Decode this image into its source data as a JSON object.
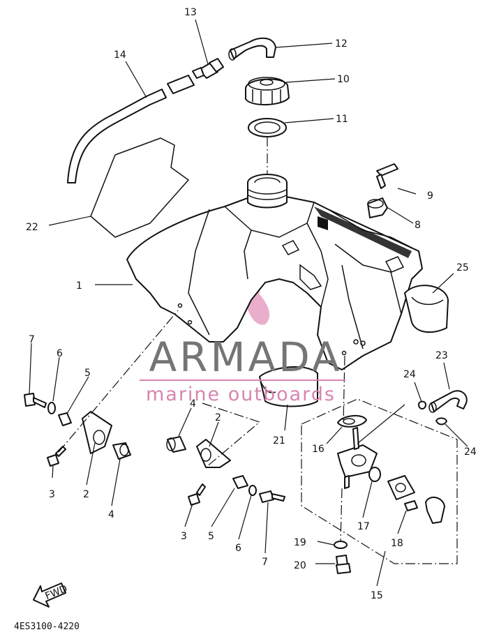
{
  "diagram": {
    "code": "4ES3100-4220",
    "fwd": "FWD",
    "callouts": [
      {
        "id": "c1",
        "text": "1"
      },
      {
        "id": "c2a",
        "text": "2"
      },
      {
        "id": "c2b",
        "text": "2"
      },
      {
        "id": "c3a",
        "text": "3"
      },
      {
        "id": "c3b",
        "text": "3"
      },
      {
        "id": "c4a",
        "text": "4"
      },
      {
        "id": "c4b",
        "text": "4"
      },
      {
        "id": "c5a",
        "text": "5"
      },
      {
        "id": "c5b",
        "text": "5"
      },
      {
        "id": "c6a",
        "text": "6"
      },
      {
        "id": "c6b",
        "text": "6"
      },
      {
        "id": "c7a",
        "text": "7"
      },
      {
        "id": "c7b",
        "text": "7"
      },
      {
        "id": "c8",
        "text": "8"
      },
      {
        "id": "c9",
        "text": "9"
      },
      {
        "id": "c10",
        "text": "10"
      },
      {
        "id": "c11",
        "text": "11"
      },
      {
        "id": "c12",
        "text": "12"
      },
      {
        "id": "c13",
        "text": "13"
      },
      {
        "id": "c14",
        "text": "14"
      },
      {
        "id": "c15",
        "text": "15"
      },
      {
        "id": "c16",
        "text": "16"
      },
      {
        "id": "c17",
        "text": "17"
      },
      {
        "id": "c18",
        "text": "18"
      },
      {
        "id": "c19",
        "text": "19"
      },
      {
        "id": "c20",
        "text": "20"
      },
      {
        "id": "c21",
        "text": "21"
      },
      {
        "id": "c22",
        "text": "22"
      },
      {
        "id": "c23",
        "text": "23"
      },
      {
        "id": "c24a",
        "text": "24"
      },
      {
        "id": "c24b",
        "text": "24"
      },
      {
        "id": "c25",
        "text": "25"
      }
    ]
  },
  "watermark": {
    "brand": "ARMADA",
    "tagline": "marine outboards",
    "colors": {
      "pink": "#e8a6c8",
      "gray": "#757575",
      "magenta": "#d884b0"
    }
  }
}
